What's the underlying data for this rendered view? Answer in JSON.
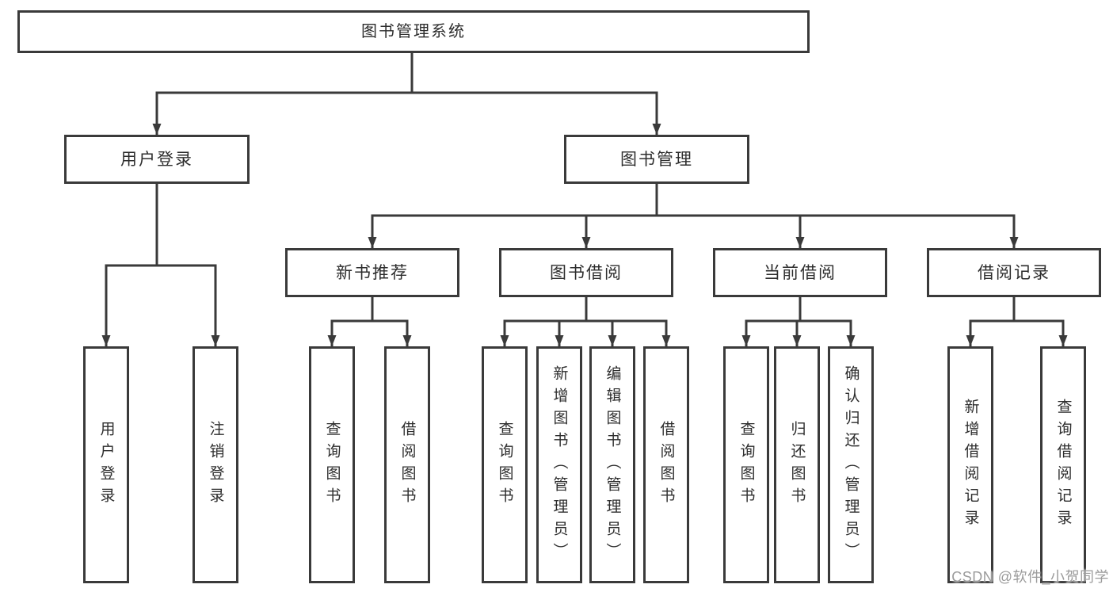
{
  "nodes": {
    "root": {
      "label": "图书管理系统"
    },
    "level2": [
      {
        "label": "用户登录"
      },
      {
        "label": "图书管理"
      }
    ],
    "level3": [
      {
        "label": "新书推荐",
        "parent": "图书管理"
      },
      {
        "label": "图书借阅",
        "parent": "图书管理"
      },
      {
        "label": "当前借阅",
        "parent": "图书管理"
      },
      {
        "label": "借阅记录",
        "parent": "图书管理"
      }
    ],
    "leaves": [
      {
        "label": "用户登录",
        "parent": "用户登录"
      },
      {
        "label": "注销登录",
        "parent": "用户登录"
      },
      {
        "label": "查询图书",
        "parent": "新书推荐"
      },
      {
        "label": "借阅图书",
        "parent": "新书推荐"
      },
      {
        "label": "查询图书",
        "parent": "图书借阅"
      },
      {
        "label": "新增图书（管理员）",
        "parent": "图书借阅"
      },
      {
        "label": "编辑图书（管理员）",
        "parent": "图书借阅"
      },
      {
        "label": "借阅图书",
        "parent": "图书借阅"
      },
      {
        "label": "查询图书",
        "parent": "当前借阅"
      },
      {
        "label": "归还图书",
        "parent": "当前借阅"
      },
      {
        "label": "确认归还（管理员）",
        "parent": "当前借阅"
      },
      {
        "label": "新增借阅记录",
        "parent": "借阅记录"
      },
      {
        "label": "查询借阅记录",
        "parent": "借阅记录"
      }
    ]
  },
  "watermark": "CSDN @软件_小贺同学",
  "colors": {
    "line": "#3a3a3a",
    "text": "#2d2d2d",
    "background": "#ffffff",
    "watermark": "#9b9b9b"
  }
}
